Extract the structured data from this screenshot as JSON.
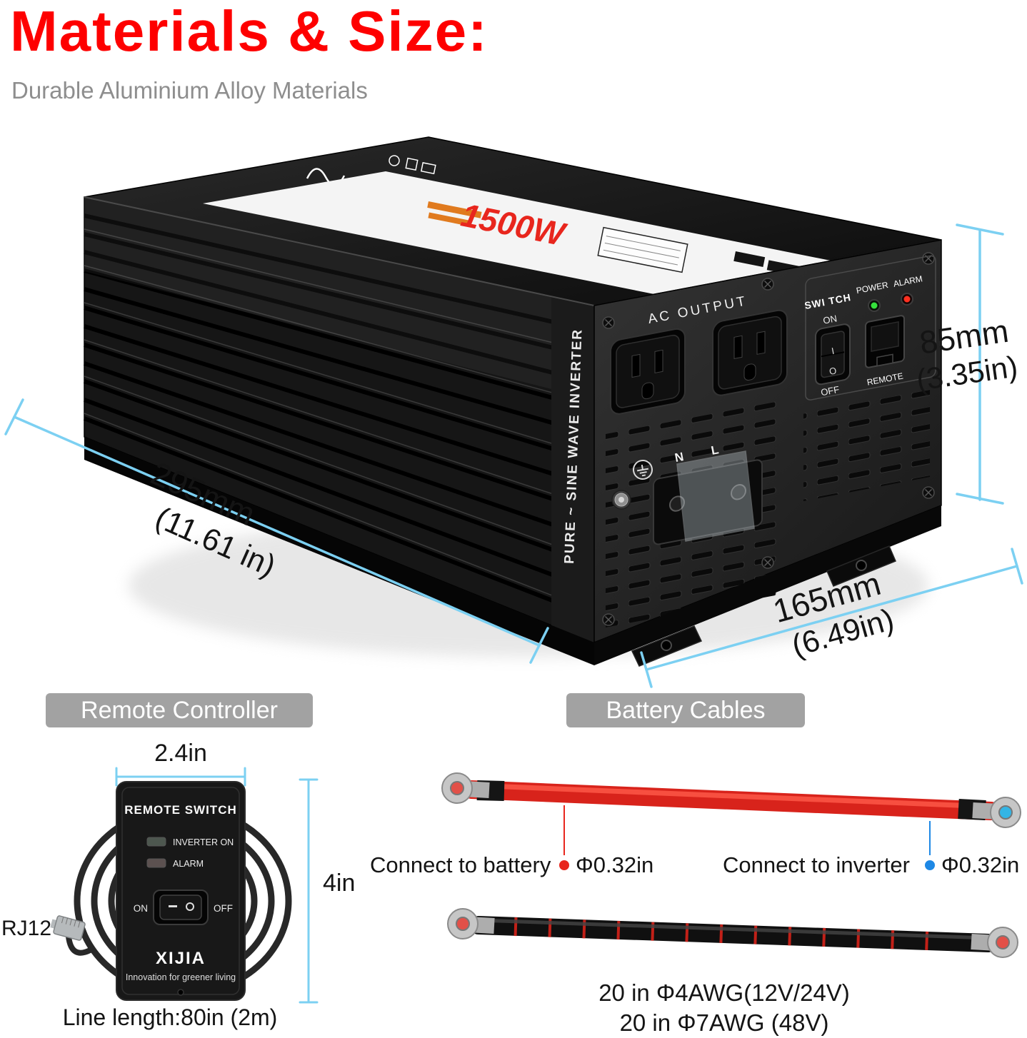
{
  "header": {
    "title": "Materials & Size:",
    "subtitle": "Durable Aluminium Alloy Materials"
  },
  "inverter": {
    "power_label": "1500W",
    "side_text": "PURE ~ SINE WAVE INVERTER",
    "ac_output": "AC OUTPUT",
    "switch_label": "SWI TCH",
    "power_led": "POWER",
    "alarm_led": "ALARM",
    "on": "ON",
    "off": "OFF",
    "rocker_on": "I",
    "rocker_off": "O",
    "remote_port": "REMOTE",
    "neutral": "N",
    "live": "L"
  },
  "dimensions": {
    "height_mm": "85mm",
    "height_in": "(3.35in)",
    "length_mm": "295mm",
    "length_in": "(11.61 in)",
    "depth_mm": "165mm",
    "depth_in": "(6.49in)"
  },
  "remote": {
    "section_title": "Remote Controller",
    "width": "2.4in",
    "height": "4in",
    "panel_title": "REMOTE SWITCH",
    "led_inverter": "INVERTER ON",
    "led_alarm": "ALARM",
    "on": "ON",
    "off": "OFF",
    "brand": "XIJIA",
    "tagline": "Innovation for greener living",
    "connector": "RJ12",
    "line_length": "Line length:80in (2m)"
  },
  "cables": {
    "section_title": "Battery Cables",
    "battery_label": "Connect to battery",
    "battery_diameter": "Φ0.32in",
    "inverter_label": "Connect to inverter",
    "inverter_diameter": "Φ0.32in",
    "spec_line1": "20 in Φ4AWG(12V/24V)",
    "spec_line2": "20 in Φ7AWG (48V)"
  },
  "colors": {
    "title_red": "#fe0000",
    "subtitle_gray": "#8e8e8e",
    "dimension_blue": "#7cd0f2",
    "section_header_bg": "#a2a2a2",
    "cable_red": "#d8231b",
    "dot_red": "#e8261d",
    "dot_blue": "#1e88e5"
  }
}
